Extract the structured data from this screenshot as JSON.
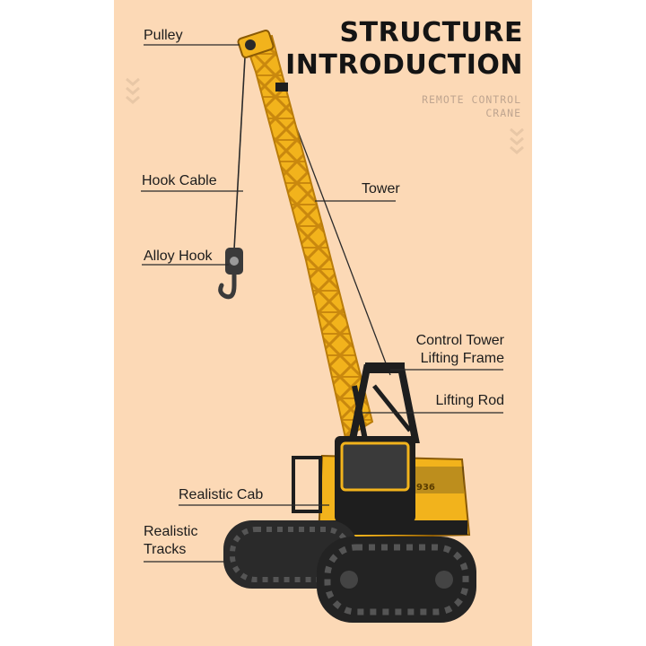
{
  "title": {
    "line1": "STRUCTURE",
    "line2": "INTRODUCTION"
  },
  "subtitle": {
    "line1": "REMOTE CONTROL",
    "line2": "CRANE"
  },
  "model_number": "936",
  "labels": {
    "pulley": "Pulley",
    "hook_cable": "Hook Cable",
    "alloy_hook": "Alloy Hook",
    "tower": "Tower",
    "control_tower_line1": "Control Tower",
    "control_tower_line2": "Lifting Frame",
    "lifting_rod": "Lifting Rod",
    "realistic_cab": "Realistic Cab",
    "realistic_tracks_line1": "Realistic",
    "realistic_tracks_line2": "Tracks"
  },
  "colors": {
    "background": "#fcd9b6",
    "crane_yellow": "#f2b31c",
    "crane_dark": "#1e1e1e",
    "text": "#1c1c1c"
  },
  "icons": [
    "chevron-down-icon"
  ]
}
